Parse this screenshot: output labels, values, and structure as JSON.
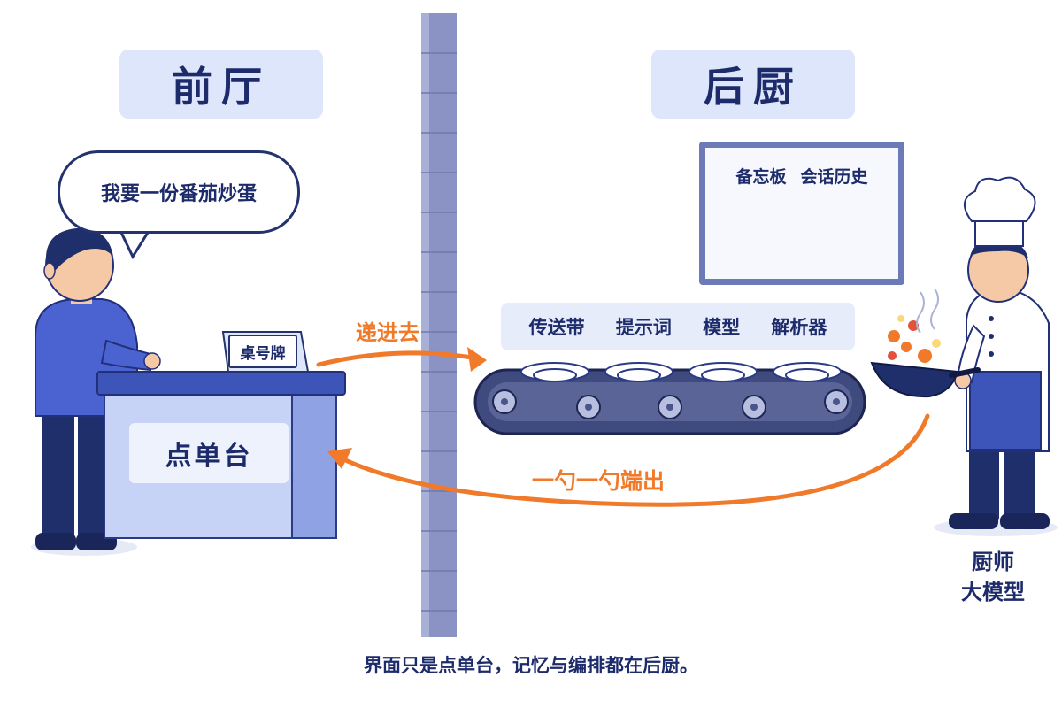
{
  "front": {
    "title": "前厅",
    "speech": "我要一份番茄炒蛋",
    "table_sign": "桌号牌",
    "counter_label": "点单台"
  },
  "kitchen": {
    "title": "后厨",
    "board_label_1": "备忘板",
    "board_label_2": "会话历史",
    "pipeline": [
      "传送带",
      "提示词",
      "模型",
      "解析器"
    ],
    "chef_label_line1": "厨师",
    "chef_label_line2": "大模型"
  },
  "arrows": {
    "forward_label": "递进去",
    "back_label": "一勺一勺端出"
  },
  "caption": "界面只是点单台，记忆与编排都在后厨。",
  "colors": {
    "accent_orange": "#f07a2a",
    "navy": "#1d2b6b",
    "light_blue": "#dde6fb",
    "wall": "#8a93c4"
  }
}
